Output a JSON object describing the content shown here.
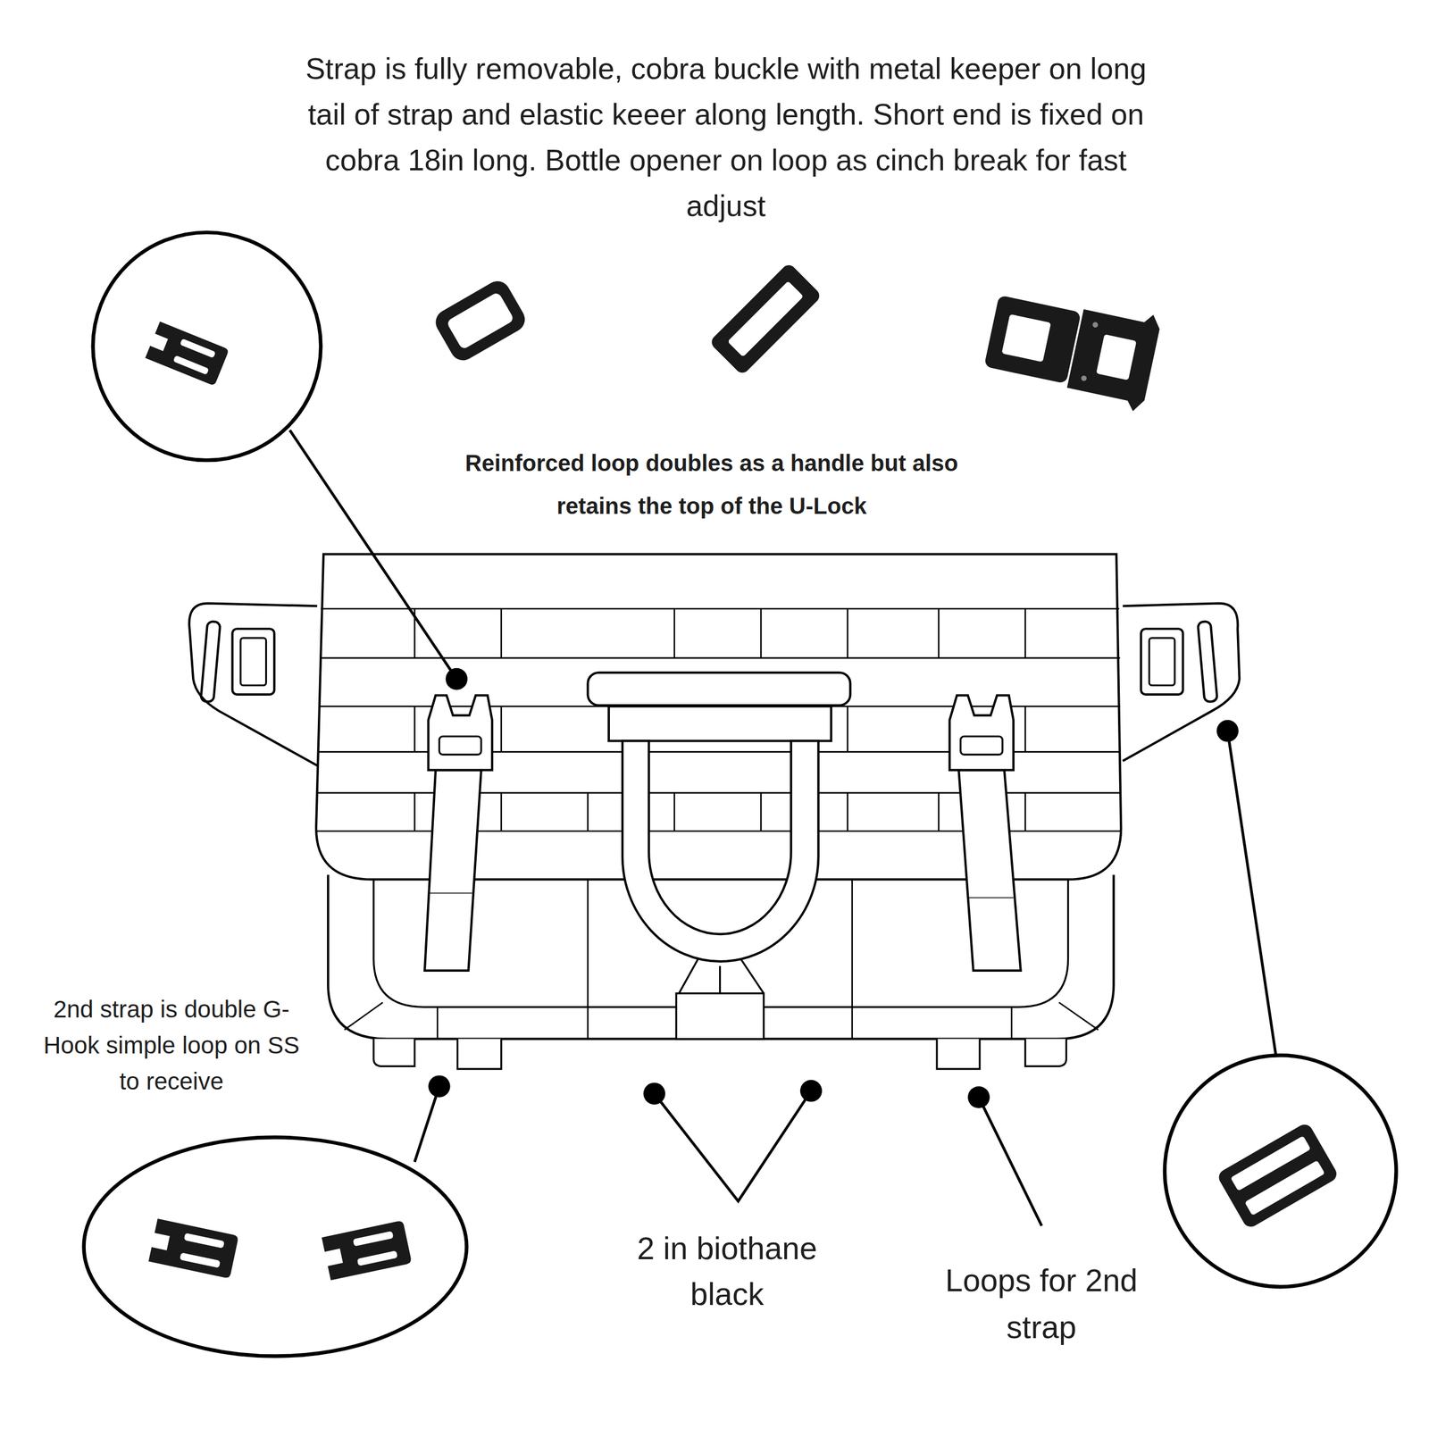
{
  "diagram": {
    "labels": [
      "Strap is fully removable, cobra buckle with metal keeper on long tail of strap and elastic keeer along length. Short end is fixed on cobra 18in long. Bottle opener on loop as cinch break for fast adjust",
      "Reinforced loop doubles as a handle but also retains the top of the U-Lock",
      "2nd strap is double G-Hook simple loop on SS to receive",
      "2 in biothane black",
      "Loops for 2nd strap"
    ]
  }
}
